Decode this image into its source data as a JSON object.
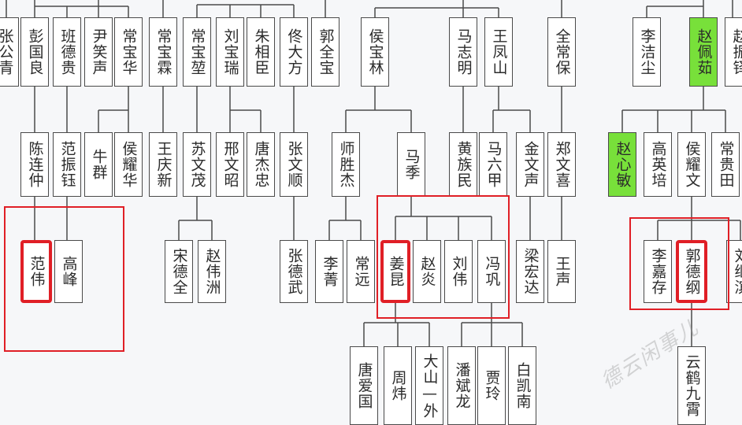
{
  "nodes": {
    "n_zhanggongqing": "张公青",
    "n_pengguoliang": "彭国良",
    "n_bandegui": "班德贵",
    "n_yinxiaosheng": "尹笑声",
    "n_changbaohua": "常宝华",
    "n_changbaolin": "常宝霖",
    "n_changbaokun": "常宝堃",
    "n_liubaorui": "刘宝瑞",
    "n_zhuxiangchen": "朱相臣",
    "n_tongdafang": "佟大方",
    "n_guoquanbao": "郭全宝",
    "n_houbaolin": "侯宝林",
    "n_mazhiming": "马志明",
    "n_wangfengshan": "王凤山",
    "n_quanchangbao": "全常保",
    "n_lijiechen": "李洁尘",
    "n_zhaopeiru": "赵佩茹",
    "n_zhao_r": "赵振铎",
    "n_chenlianzhong": "陈连仲",
    "n_fanzhenyu": "范振钰",
    "n_niuqun": "牛群",
    "n_houyaohua": "侯耀华",
    "n_wangqingxin": "王庆新",
    "n_suwenmao": "苏文茂",
    "n_xingwenzhao": "邢文昭",
    "n_tangjiezhong": "唐杰忠",
    "n_zhangwenshun": "张文顺",
    "n_shishengjie": "师胜杰",
    "n_maji": "马季",
    "n_huangzumin": "黄族民",
    "n_maliujia": "马六甲",
    "n_jinwensheng": "金文声",
    "n_zhengwenxi": "郑文喜",
    "n_zhaoxinmin": "赵心敏",
    "n_gaoyingpei": "高英培",
    "n_houyaowen": "侯耀文",
    "n_changguitian": "常贵田",
    "n_fanwei": "范伟",
    "n_gaofeng": "高峰",
    "n_songdequan": "宋德全",
    "n_zhaoweizhou": "赵伟洲",
    "n_zhangdewu": "张德武",
    "n_lijing": "李菁",
    "n_changyuan": "常远",
    "n_jiangkun": "姜昆",
    "n_zhaoyan": "赵炎",
    "n_liuwei": "刘伟",
    "n_fenggong": "冯巩",
    "n_lianghongda": "梁宏达",
    "n_wangsheng": "王声",
    "n_lijiacun": "李嘉存",
    "n_guodegang": "郭德纲",
    "n_liu_r": "刘继滨",
    "n_tangaiguo": "唐爱国",
    "n_zhouwei": "周炜",
    "n_dashanyiwai": "大山—外",
    "n_panbinlong": "潘斌龙",
    "n_jialing": "贾玲",
    "n_baikainan": "白凯南",
    "n_yunhejiuxiao": "云鹤九霄"
  },
  "watermark": "德云闲事儿",
  "colors": {
    "line": "#4a4a4a",
    "highlight": "#e01f26",
    "green": "#78e03a",
    "node_bg": "#ffffff",
    "background": "#f6f7f9"
  }
}
